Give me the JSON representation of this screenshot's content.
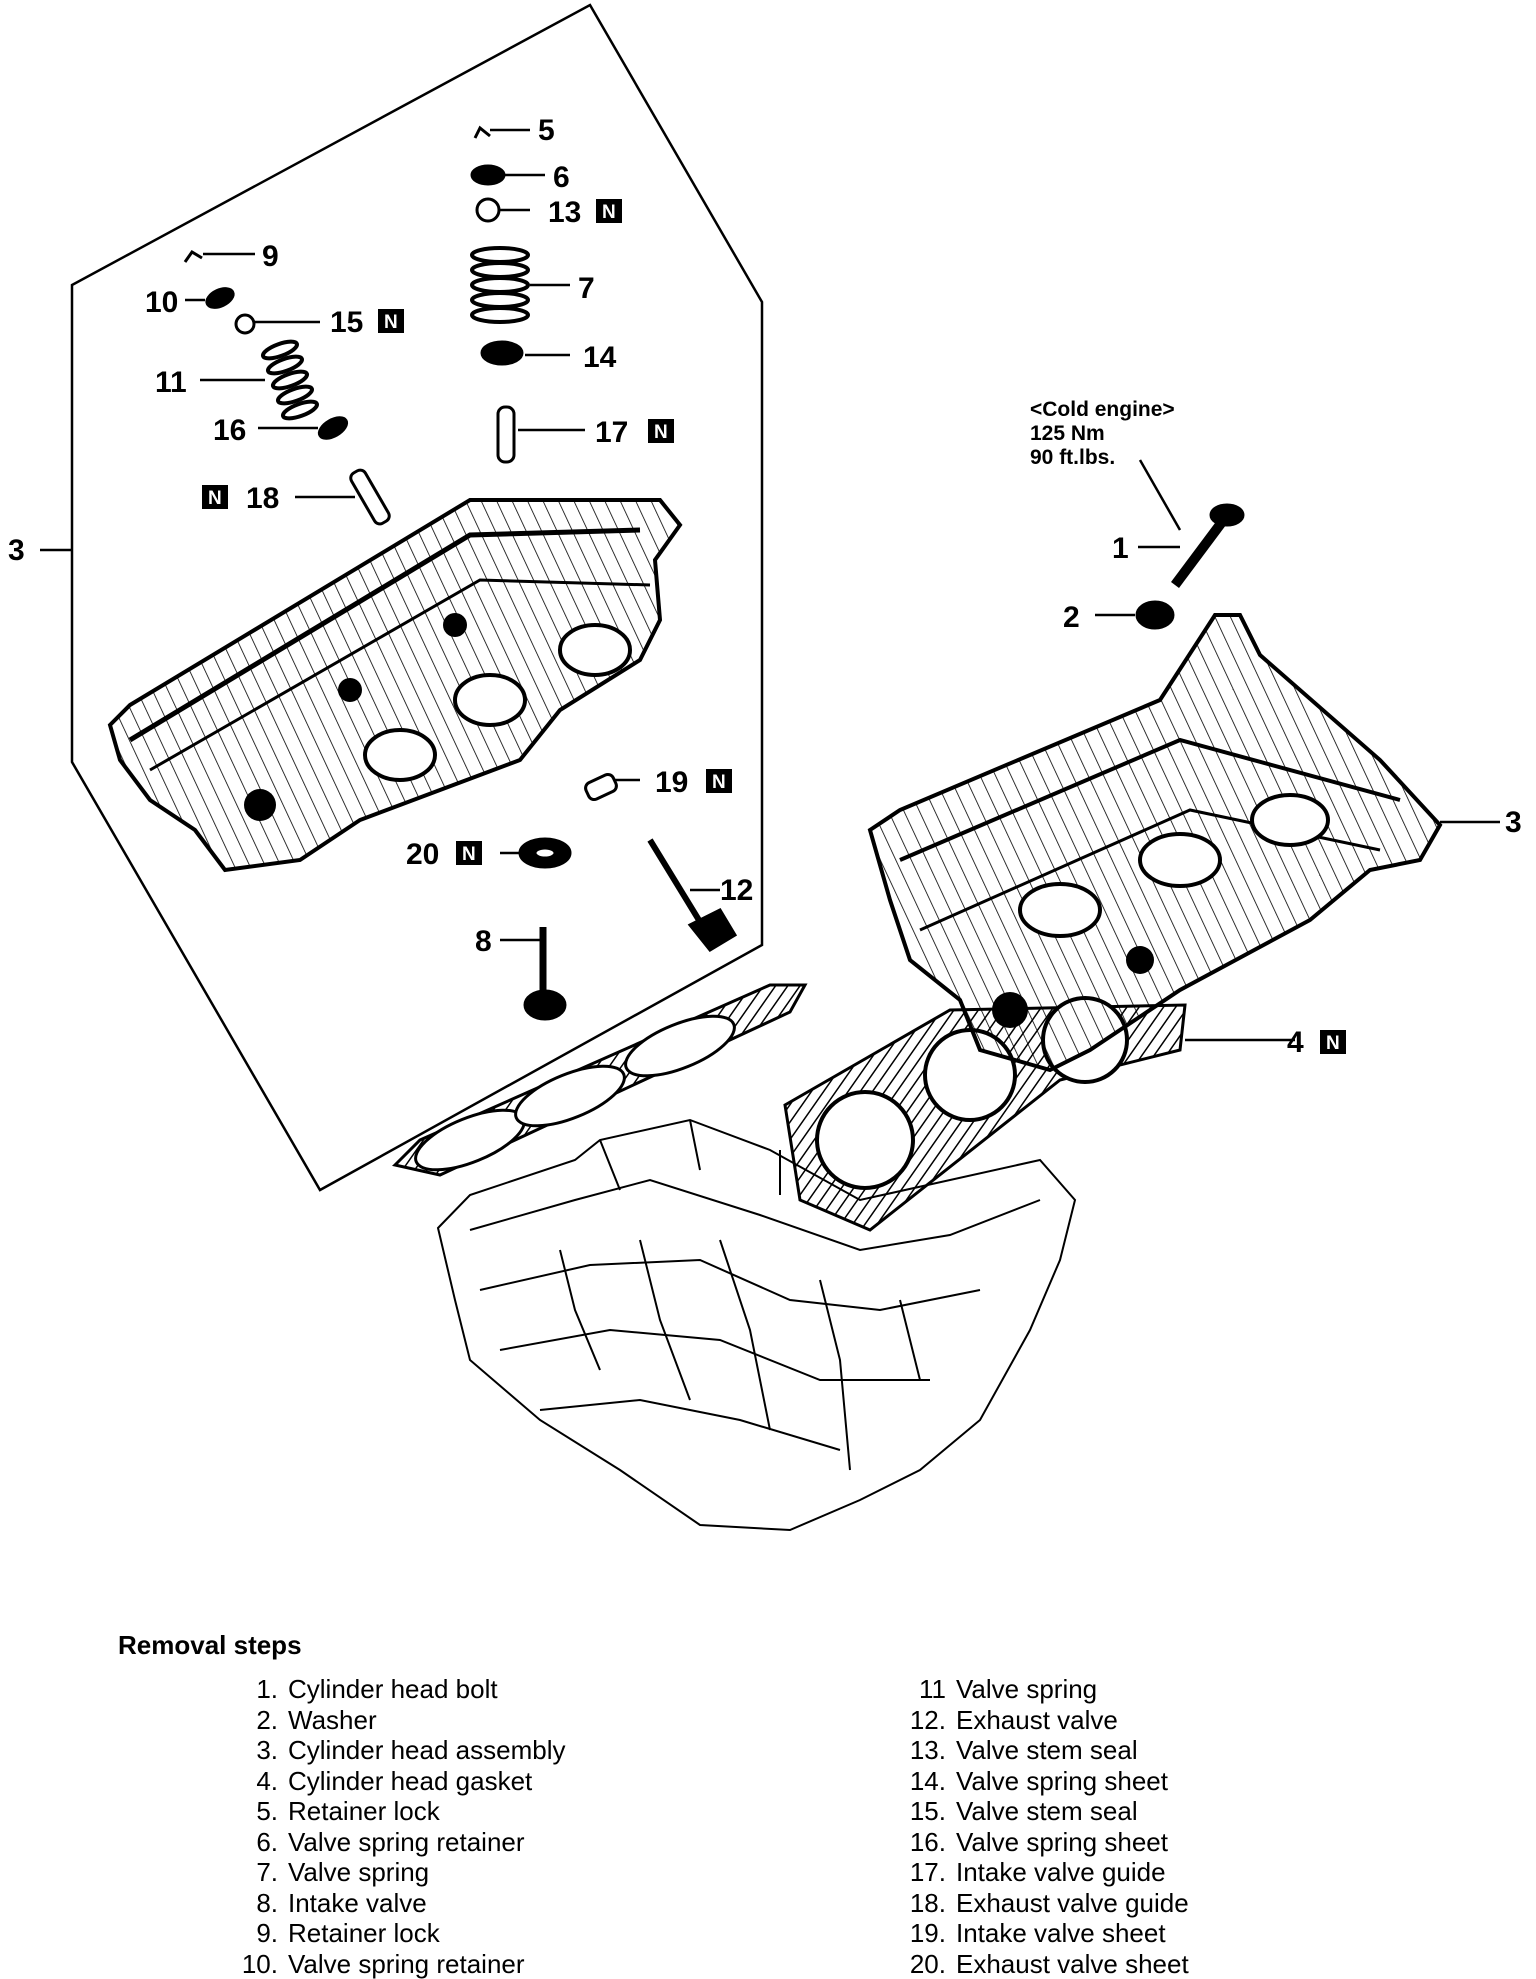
{
  "diagram": {
    "callouts": {
      "c1": "1",
      "c2": "2",
      "c3_left": "3",
      "c3_right": "3",
      "c4": "4",
      "c5": "5",
      "c6": "6",
      "c7": "7",
      "c8": "8",
      "c9": "9",
      "c10": "10",
      "c11": "11",
      "c12": "12",
      "c13": "13",
      "c14": "14",
      "c15": "15",
      "c16": "16",
      "c17": "17",
      "c18": "18",
      "c19": "19",
      "c20": "20"
    },
    "new_part_mark": "N",
    "torque": {
      "condition": "<Cold engine>",
      "metric": "125 Nm",
      "imperial": "90 ft.lbs."
    }
  },
  "removal_steps": {
    "title": "Removal steps",
    "items": [
      {
        "num": "1.",
        "label": "Cylinder head bolt"
      },
      {
        "num": "2.",
        "label": "Washer"
      },
      {
        "num": "3.",
        "label": "Cylinder head assembly"
      },
      {
        "num": "4.",
        "label": "Cylinder head gasket"
      },
      {
        "num": "5.",
        "label": "Retainer lock"
      },
      {
        "num": "6.",
        "label": "Valve spring retainer"
      },
      {
        "num": "7.",
        "label": "Valve spring"
      },
      {
        "num": "8.",
        "label": "Intake valve"
      },
      {
        "num": "9.",
        "label": "Retainer lock"
      },
      {
        "num": "10.",
        "label": "Valve spring retainer"
      },
      {
        "num": "11",
        "label": "Valve spring"
      },
      {
        "num": "12.",
        "label": "Exhaust valve"
      },
      {
        "num": "13.",
        "label": "Valve stem seal"
      },
      {
        "num": "14.",
        "label": "Valve spring sheet"
      },
      {
        "num": "15.",
        "label": "Valve stem seal"
      },
      {
        "num": "16.",
        "label": "Valve spring sheet"
      },
      {
        "num": "17.",
        "label": "Intake valve guide"
      },
      {
        "num": "18.",
        "label": "Exhaust valve guide"
      },
      {
        "num": "19.",
        "label": "Intake valve sheet"
      },
      {
        "num": "20.",
        "label": "Exhaust valve sheet"
      }
    ]
  }
}
